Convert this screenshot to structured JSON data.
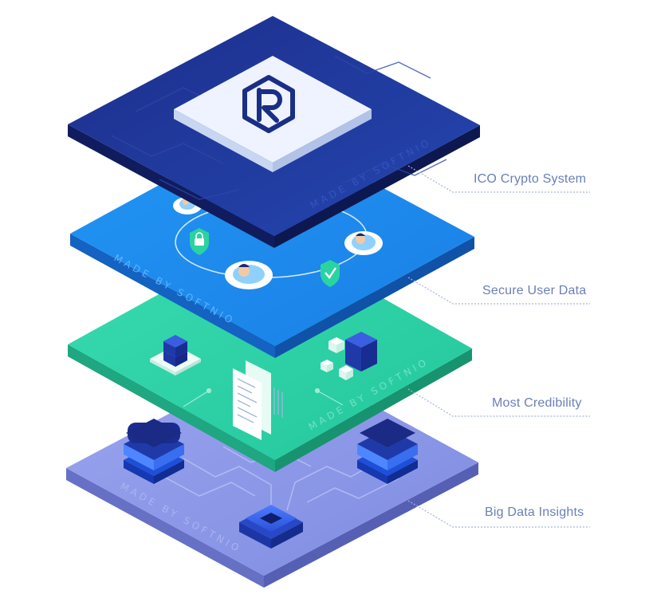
{
  "layers": [
    {
      "label": "ICO Crypto System",
      "watermark": "MADE BY SOFTNIO",
      "top_color": "#1b2e86",
      "side_color": "#13206a"
    },
    {
      "label": "Secure User Data",
      "watermark": "MADE BY SOFTNIO",
      "top_color": "#1e88f0",
      "side_color": "#1467c8"
    },
    {
      "label": "Most Credibility",
      "watermark": "MADE BY SOFTNIO",
      "top_color": "#2fd3a6",
      "side_color": "#1fa885"
    },
    {
      "label": "Big Data Insights",
      "watermark": "MADE BY SOFTNIO",
      "top_color": "#8b97e6",
      "side_color": "#6f78c9"
    }
  ],
  "logo": {
    "icon": "hexagon-r-logo-icon",
    "color": "#1b2e86"
  },
  "colors": {
    "callout_text": "#6a7fb8",
    "callout_line": "#a7b4db"
  }
}
